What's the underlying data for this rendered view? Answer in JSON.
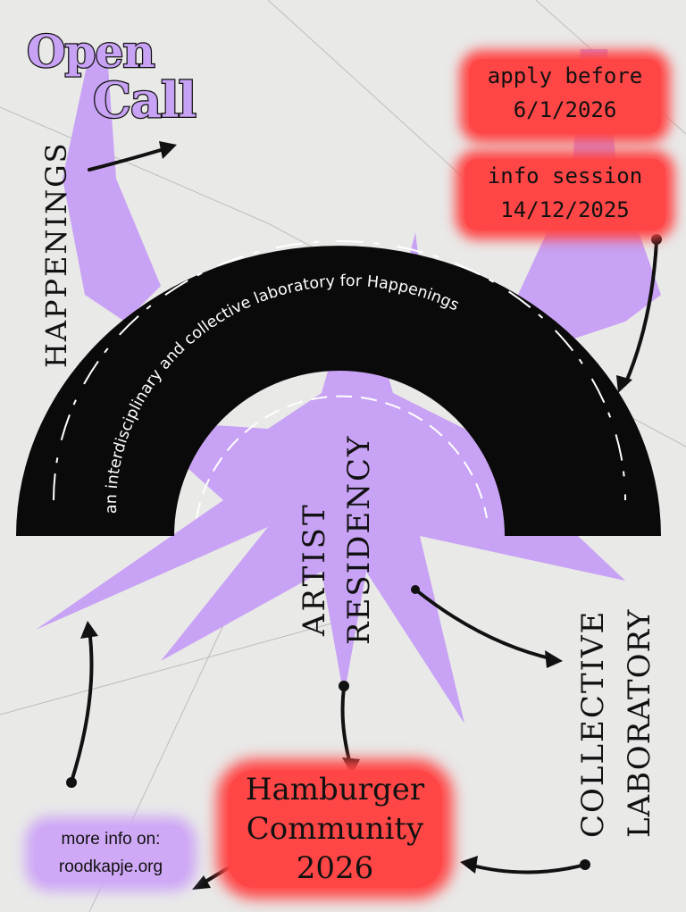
{
  "logo": {
    "line1": "Open",
    "line2": "Call"
  },
  "side_labels": {
    "happenings": "HAPPENINGS",
    "artist": "ARTIST",
    "residency": "RESIDENCY",
    "collective": "COLLECTIVE",
    "laboratory": "LABORATORY"
  },
  "deadlines": {
    "apply_label": "apply before",
    "apply_date": "6/1/2026",
    "session_label": "info session",
    "session_date": "14/12/2025"
  },
  "arch_text": "an interdisciplinary and collective laboratory for Happenings",
  "event": {
    "line1": "Hamburger",
    "line2": "Community",
    "line3": "2026"
  },
  "more_info": {
    "label": "more info on:",
    "url": "roodkapje.org"
  },
  "colors": {
    "purple": "#c8a2f4",
    "red": "#ff4646",
    "black": "#111111",
    "background": "#e9e9e8"
  }
}
